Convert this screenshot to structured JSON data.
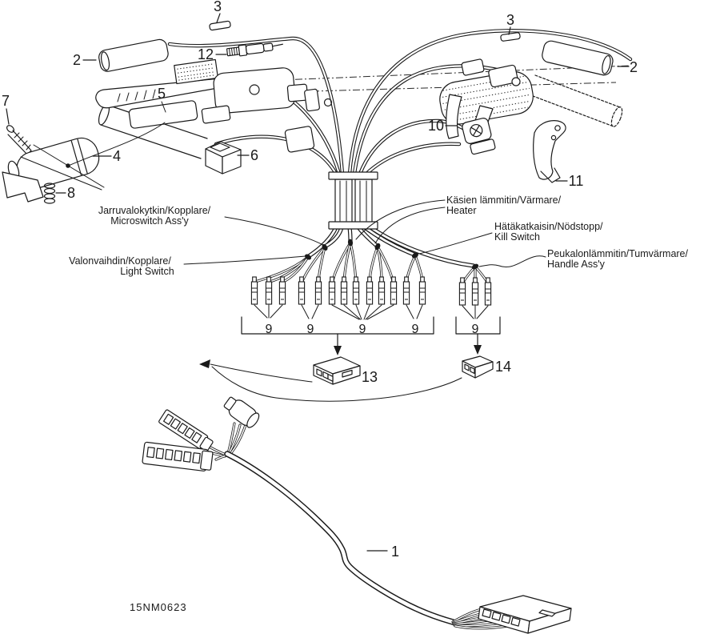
{
  "diagram": {
    "drawing_code": "15NM0623",
    "colors": {
      "line_color": "#1a1a1a",
      "background": "#ffffff"
    },
    "callouts": [
      {
        "id": "microswitch",
        "lines": [
          "Jarruvalokytkin/Kopplare/",
          "Microswitch Ass'y"
        ]
      },
      {
        "id": "light_switch",
        "lines": [
          "Valonvaihdin/Kopplare/",
          "Light Switch"
        ]
      },
      {
        "id": "heater",
        "lines": [
          "Käsien lämmitin/Värmare/",
          "Heater"
        ]
      },
      {
        "id": "kill_switch",
        "lines": [
          "Hätäkatkaisin/Nödstopp/",
          "Kill Switch"
        ]
      },
      {
        "id": "handle_assy",
        "lines": [
          "Peukalonlämmitin/Tumvärmare/",
          "Handle Ass'y"
        ]
      }
    ],
    "parts": {
      "harness": "1",
      "grip": "2",
      "pin": "3",
      "throttle_housing": "4",
      "plate": "5",
      "switch_block": "6",
      "screw": "7",
      "spring": "8",
      "terminal": "9",
      "clamp": "10",
      "support_bracket": "11",
      "cable_adjuster": "12",
      "connector_block": "13",
      "connector_small": "14"
    }
  }
}
